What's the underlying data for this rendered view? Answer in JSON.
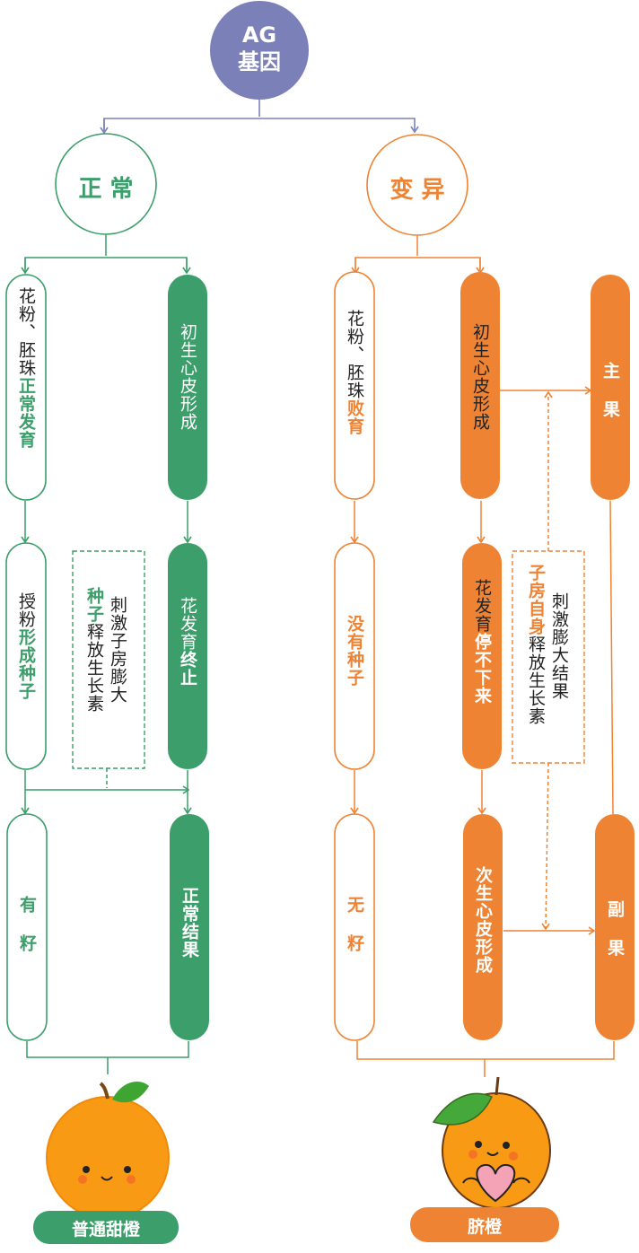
{
  "colors": {
    "root": "#7B80B8",
    "normal": "#3C9E6A",
    "mutant": "#EE8333",
    "black": "#222222"
  },
  "root": {
    "line1": "AG",
    "line2": "基因"
  },
  "normal": {
    "title": "正 常",
    "pollen": {
      "pre": "花粉、胚珠",
      "em": "正常发育"
    },
    "pericarp": "初生心皮形成",
    "pollination": {
      "pre": "授粉",
      "em": "形成种子"
    },
    "note": {
      "em": "种子",
      "pre": "刺激子房膨大",
      "post": "释放生长素"
    },
    "stop": {
      "pre": "花发育",
      "em": "终止"
    },
    "seeded": "有  籽",
    "fruit": "正常结果",
    "result": "普通甜橙"
  },
  "mutant": {
    "title": "变 异",
    "pollen": {
      "pre": "花粉、胚珠",
      "em": "败育"
    },
    "pericarp": "初生心皮形成",
    "main_fruit": "主 果",
    "no_seed": "没有种子",
    "flower": {
      "pre": "花发育",
      "em": "停不下来"
    },
    "note": {
      "em": "子房自身",
      "pre": "刺激膨大结果",
      "post": "释放生长素"
    },
    "seedless": "无  籽",
    "secondary": "次生心皮形成",
    "sub_fruit": "副 果",
    "result": "脐橙"
  }
}
